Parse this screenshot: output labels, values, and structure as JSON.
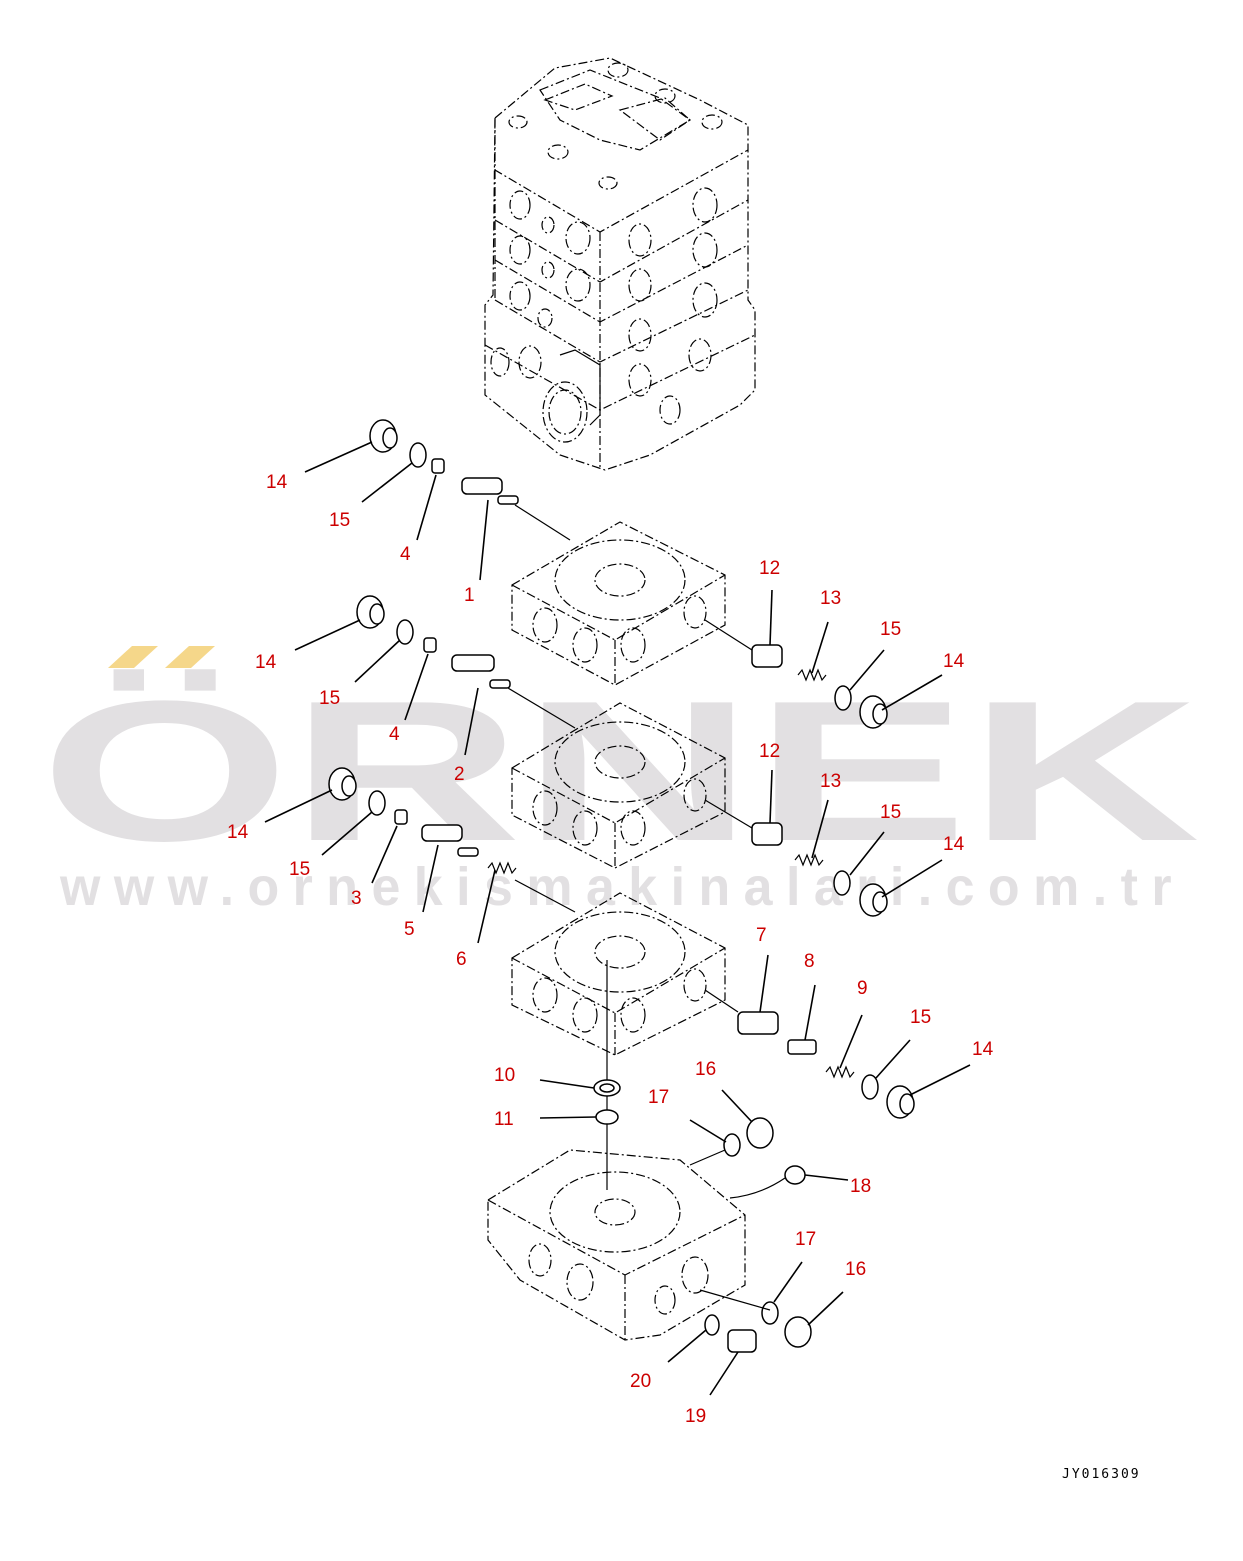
{
  "watermark": {
    "brand": "ÖRNEK",
    "url": "www.ornekismakinalari.com.tr",
    "accent_color": "#f5d78a"
  },
  "drawing_code": "JY016309",
  "callouts": [
    {
      "id": "c14a",
      "label": "14"
    },
    {
      "id": "c15a",
      "label": "15"
    },
    {
      "id": "c4a",
      "label": "4"
    },
    {
      "id": "c1",
      "label": "1"
    },
    {
      "id": "c12a",
      "label": "12"
    },
    {
      "id": "c13a",
      "label": "13"
    },
    {
      "id": "c15b",
      "label": "15"
    },
    {
      "id": "c14b",
      "label": "14"
    },
    {
      "id": "c14c",
      "label": "14"
    },
    {
      "id": "c15c",
      "label": "15"
    },
    {
      "id": "c4b",
      "label": "4"
    },
    {
      "id": "c2",
      "label": "2"
    },
    {
      "id": "c12b",
      "label": "12"
    },
    {
      "id": "c13b",
      "label": "13"
    },
    {
      "id": "c15d",
      "label": "15"
    },
    {
      "id": "c14d",
      "label": "14"
    },
    {
      "id": "c14e",
      "label": "14"
    },
    {
      "id": "c15e",
      "label": "15"
    },
    {
      "id": "c3",
      "label": "3"
    },
    {
      "id": "c5",
      "label": "5"
    },
    {
      "id": "c6",
      "label": "6"
    },
    {
      "id": "c7",
      "label": "7"
    },
    {
      "id": "c8",
      "label": "8"
    },
    {
      "id": "c9",
      "label": "9"
    },
    {
      "id": "c15f",
      "label": "15"
    },
    {
      "id": "c14f",
      "label": "14"
    },
    {
      "id": "c10",
      "label": "10"
    },
    {
      "id": "c11",
      "label": "11"
    },
    {
      "id": "c16a",
      "label": "16"
    },
    {
      "id": "c17a",
      "label": "17"
    },
    {
      "id": "c18",
      "label": "18"
    },
    {
      "id": "c17b",
      "label": "17"
    },
    {
      "id": "c16b",
      "label": "16"
    },
    {
      "id": "c20",
      "label": "20"
    },
    {
      "id": "c19",
      "label": "19"
    }
  ]
}
